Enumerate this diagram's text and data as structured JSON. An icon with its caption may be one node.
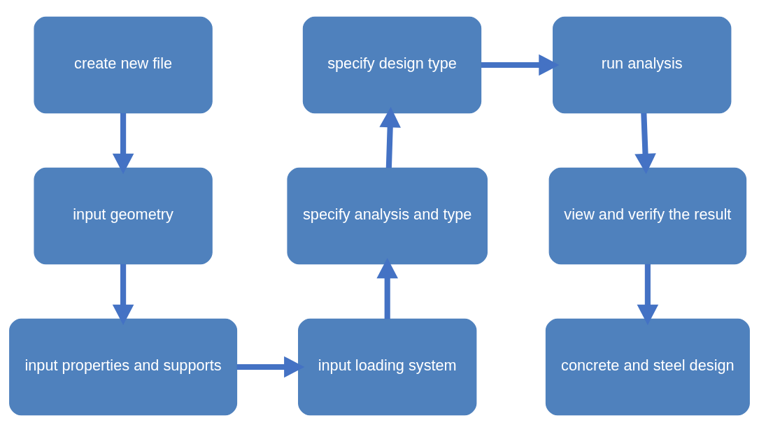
{
  "diagram": {
    "nodes": [
      {
        "text": [
          "create new file"
        ]
      },
      {
        "text": [
          "specify design type"
        ]
      },
      {
        "text": [
          "run analysis"
        ]
      },
      {
        "text": [
          "input geometry"
        ]
      },
      {
        "text": [
          "specify analysis and type"
        ]
      },
      {
        "text": [
          "view and verify the result"
        ]
      },
      {
        "text": [
          "input properties and supports"
        ]
      },
      {
        "text": [
          "input loading system"
        ]
      },
      {
        "text": [
          "concrete and steel design"
        ]
      }
    ],
    "edges": [
      {
        "from": 0,
        "to": 3,
        "arrow": "to"
      },
      {
        "from": 3,
        "to": 6,
        "arrow": "to"
      },
      {
        "from": 6,
        "to": 7,
        "arrow": "to"
      },
      {
        "from": 7,
        "to": 4,
        "arrow": "to"
      },
      {
        "from": 4,
        "to": 1,
        "arrow": "to"
      },
      {
        "from": 1,
        "to": 2,
        "arrow": "to"
      },
      {
        "from": 2,
        "to": 5,
        "arrow": "to"
      },
      {
        "from": 5,
        "to": 8,
        "arrow": "to"
      }
    ]
  }
}
